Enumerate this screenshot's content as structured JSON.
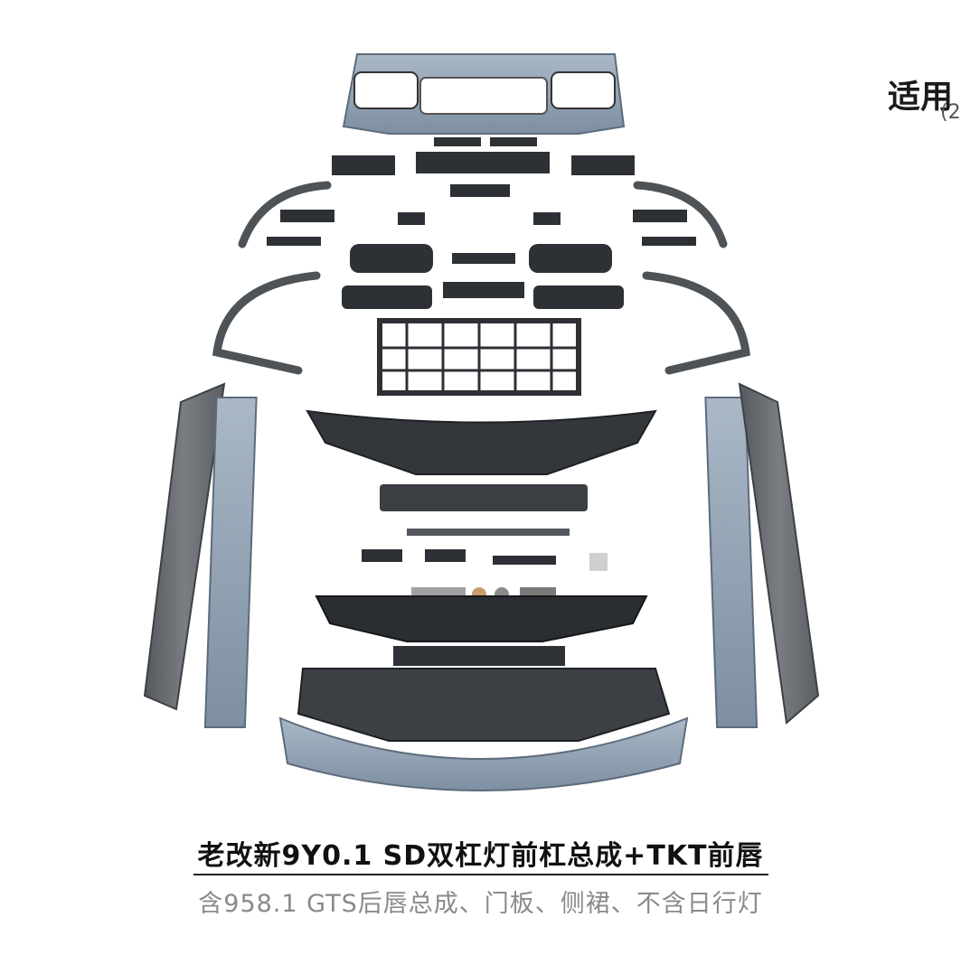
{
  "header": {
    "applicable_label": "适用",
    "year_prefix": "(2"
  },
  "caption": {
    "title": "老改新9Y0.1 SD双杠灯前杠总成+TKT前唇",
    "subtitle": "含958.1 GTS后唇总成、门板、侧裙、不含日行灯"
  },
  "colors": {
    "body_blue": "#8fa1b3",
    "dark_part": "#2c2f33",
    "gray_part": "#6f7276"
  },
  "product_image": "exploded view of car body kit parts"
}
